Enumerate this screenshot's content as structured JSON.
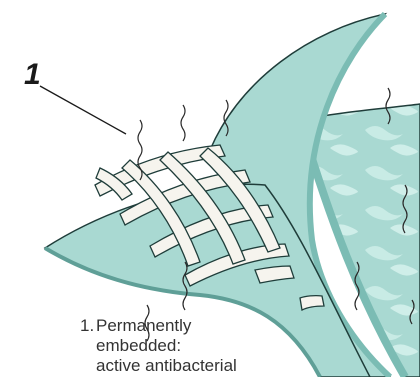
{
  "callout": {
    "number": "1"
  },
  "caption": {
    "number": "1.",
    "line1": "Permanently",
    "line2": "embedded:",
    "line3": "active antibacterial"
  },
  "colors": {
    "fabric": "#a9d9d2",
    "fabric_dark": "#7bbcb4",
    "outline": "#1f3d3a",
    "fiber": "#f6f4ee"
  }
}
